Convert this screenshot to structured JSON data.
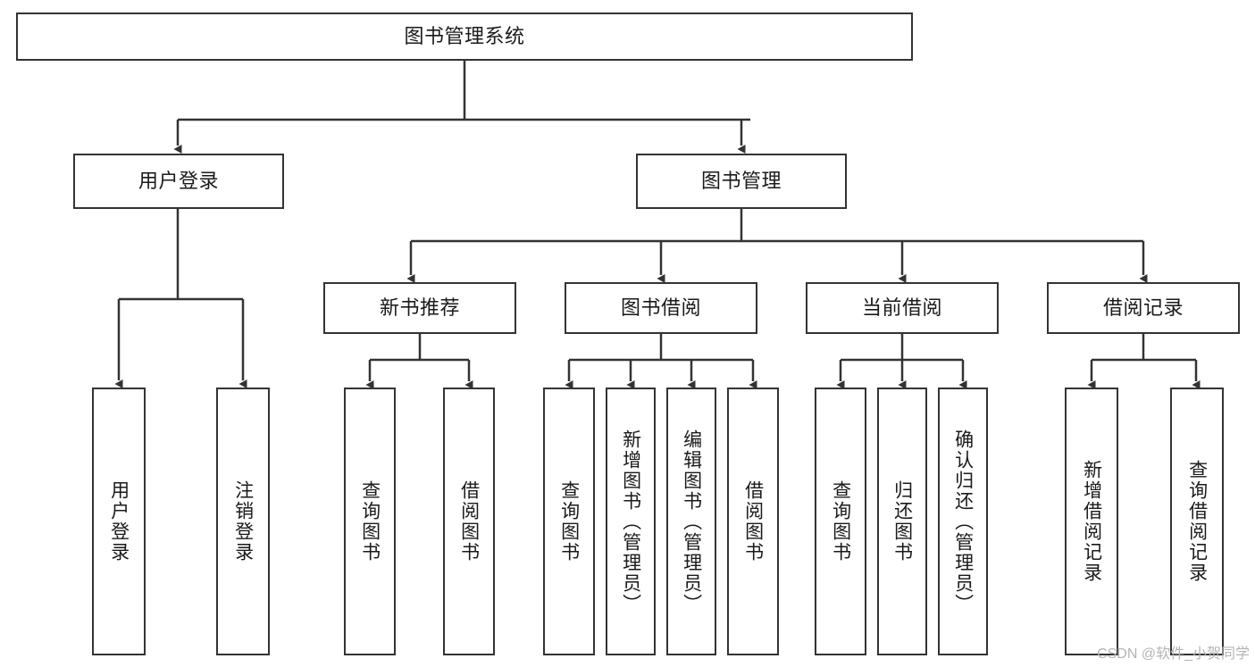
{
  "diagram": {
    "title": "图书管理系统",
    "type": "tree-hierarchy-diagram",
    "root": {
      "id": "root",
      "label": "图书管理系统",
      "orientation": "horizontal"
    },
    "level2": [
      {
        "id": "user-login",
        "label": "用户登录",
        "orientation": "horizontal"
      },
      {
        "id": "book-manage",
        "label": "图书管理",
        "orientation": "horizontal"
      }
    ],
    "level3": [
      {
        "id": "new-book-recommend",
        "label": "新书推荐",
        "orientation": "horizontal",
        "parent": "book-manage"
      },
      {
        "id": "book-borrow",
        "label": "图书借阅",
        "orientation": "horizontal",
        "parent": "book-manage"
      },
      {
        "id": "current-borrow",
        "label": "当前借阅",
        "orientation": "horizontal",
        "parent": "book-manage"
      },
      {
        "id": "borrow-record",
        "label": "借阅记录",
        "orientation": "horizontal",
        "parent": "book-manage"
      }
    ],
    "leaves": [
      {
        "id": "leaf-user-login",
        "label": "用户登录",
        "orientation": "vertical",
        "parent": "user-login"
      },
      {
        "id": "leaf-user-logout",
        "label": "注销登录",
        "orientation": "vertical",
        "parent": "user-login"
      },
      {
        "id": "leaf-query-book-1",
        "label": "查询图书",
        "orientation": "vertical",
        "parent": "new-book-recommend"
      },
      {
        "id": "leaf-borrow-book-1",
        "label": "借阅图书",
        "orientation": "vertical",
        "parent": "new-book-recommend"
      },
      {
        "id": "leaf-query-book-2",
        "label": "查询图书",
        "orientation": "vertical",
        "parent": "book-borrow"
      },
      {
        "id": "leaf-add-book",
        "label": "新增图书（管理员）",
        "orientation": "vertical",
        "parent": "book-borrow"
      },
      {
        "id": "leaf-edit-book",
        "label": "编辑图书（管理员）",
        "orientation": "vertical",
        "parent": "book-borrow"
      },
      {
        "id": "leaf-borrow-book-2",
        "label": "借阅图书",
        "orientation": "vertical",
        "parent": "book-borrow"
      },
      {
        "id": "leaf-query-book-3",
        "label": "查询图书",
        "orientation": "vertical",
        "parent": "current-borrow"
      },
      {
        "id": "leaf-return-book",
        "label": "归还图书",
        "orientation": "vertical",
        "parent": "current-borrow"
      },
      {
        "id": "leaf-confirm-return",
        "label": "确认归还（管理员）",
        "orientation": "vertical",
        "parent": "current-borrow"
      },
      {
        "id": "leaf-add-record",
        "label": "新增借阅记录",
        "orientation": "vertical",
        "parent": "borrow-record"
      },
      {
        "id": "leaf-query-record",
        "label": "查询借阅记录",
        "orientation": "vertical",
        "parent": "borrow-record"
      }
    ],
    "colors": {
      "box_border": "#333333",
      "box_fill": "#ffffff",
      "connector": "#333333",
      "text": "#1a1a1a",
      "watermark": "#b4b4b4",
      "background": "#ffffff"
    }
  },
  "watermark": {
    "text": "CSDN @软件_小贺同学"
  }
}
